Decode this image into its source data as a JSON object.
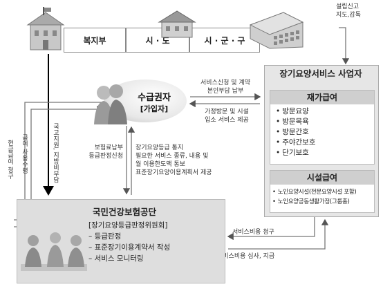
{
  "government": {
    "welfare_ministry": "복지부",
    "province": "시 · 도",
    "district": "시 · 군 · 구"
  },
  "supervision_label_lines": [
    "설립신고",
    "지도,감독"
  ],
  "beneficiary": {
    "name": "수급권자",
    "subtitle": "[가입자]"
  },
  "provider": {
    "title": "장기요양서비스 사업자",
    "home_care": {
      "title": "재가급여",
      "items": [
        "방문요양",
        "방문목욕",
        "방문간호",
        "주야간보호",
        "단기보호"
      ]
    },
    "facility_care": {
      "title": "시설급여",
      "items": [
        "노인요양시설(전문요양시설 포함)",
        "노인요양공동생활가정(그룹홈)"
      ]
    }
  },
  "flows": {
    "apply_lines": [
      "서비스신청 및 계약",
      "본인부담 납부"
    ],
    "visit_lines": [
      "가정방문 및 시설",
      "입소 서비스 제공"
    ],
    "premium_lines": [
      "보험료납부",
      "등급판정신청"
    ],
    "notice_lines": [
      "장기요양등급 통지",
      "필요한 서비스 종류, 내용 및",
      "월 이용한도액 통보",
      "표준장기요양이용계획서 제공"
    ],
    "subsidy_label": "국고지원, 지방비부담",
    "report_label": "현금급여 청구",
    "pay_label": "급여 사용수령",
    "claim_label": "서비스비용 청구",
    "review_label": "서비스비용 심사, 지급"
  },
  "nhis": {
    "title": "국민건강보험공단",
    "committee": "[장기요양등급판정위원회]",
    "tasks": [
      "– 등급판정",
      "– 표준장기이용계약서 작성",
      "– 서비스 모니터링"
    ]
  }
}
